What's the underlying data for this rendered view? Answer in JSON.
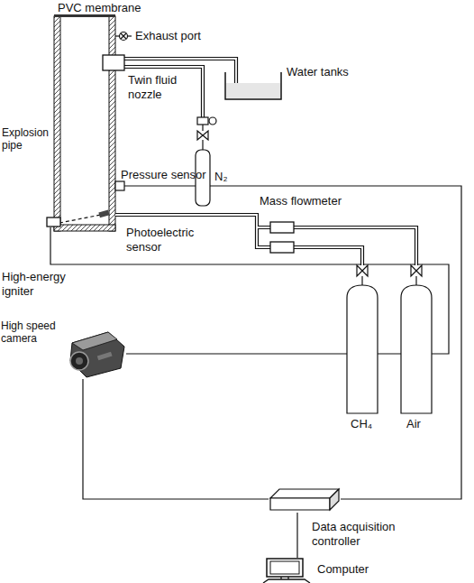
{
  "diagram": {
    "nodes": [
      {
        "text": [
          "High speed camera"
        ]
      },
      {
        "text": [
          "Data acquisition controller"
        ]
      },
      {
        "text": [
          "Computer"
        ]
      }
    ],
    "edges": [
      {
        "from": 0,
        "to": 1,
        "arrow": "none"
      },
      {
        "from": 1,
        "to": 2,
        "arrow": "none"
      }
    ],
    "labels": [
      "PVC membrane",
      "Exhaust port",
      "Twin fluid nozzle",
      "Water tanks",
      "N₂",
      "Explosion pipe",
      "Pressure sensor",
      "Mass flowmeter",
      "Photoelectric sensor",
      "High-energy igniter",
      "CH₄",
      "Air"
    ]
  }
}
